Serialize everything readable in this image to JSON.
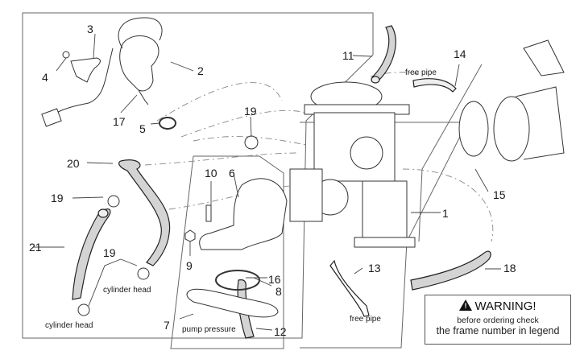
{
  "diagram": {
    "type": "exploded-parts-diagram",
    "subject": "carburettor assembly"
  },
  "callouts": [
    {
      "id": "1",
      "text": "1"
    },
    {
      "id": "2",
      "text": "2"
    },
    {
      "id": "3",
      "text": "3"
    },
    {
      "id": "4",
      "text": "4"
    },
    {
      "id": "5",
      "text": "5"
    },
    {
      "id": "6",
      "text": "6"
    },
    {
      "id": "7",
      "text": "7"
    },
    {
      "id": "8",
      "text": "8"
    },
    {
      "id": "9",
      "text": "9"
    },
    {
      "id": "10",
      "text": "10"
    },
    {
      "id": "11",
      "text": "11"
    },
    {
      "id": "12",
      "text": "12"
    },
    {
      "id": "13",
      "text": "13"
    },
    {
      "id": "14",
      "text": "14"
    },
    {
      "id": "15",
      "text": "15"
    },
    {
      "id": "16",
      "text": "16"
    },
    {
      "id": "17",
      "text": "17"
    },
    {
      "id": "18",
      "text": "18"
    },
    {
      "id": "19a",
      "text": "19"
    },
    {
      "id": "19b",
      "text": "19"
    },
    {
      "id": "19c",
      "text": "19"
    },
    {
      "id": "20",
      "text": "20"
    },
    {
      "id": "21",
      "text": "21"
    }
  ],
  "notes": {
    "free_pipe_top": "free pipe",
    "free_pipe_bottom": "free pipe",
    "cylinder_head_1": "cylinder head",
    "cylinder_head_2": "cylinder head",
    "pump_pressure": "pump pressure"
  },
  "warning": {
    "title": "WARNING!",
    "line1": "before ordering check",
    "line2": "the frame number in legend"
  },
  "colors": {
    "line": "#333333",
    "hose_fill": "#d4d4d4",
    "box_border": "#777777"
  }
}
